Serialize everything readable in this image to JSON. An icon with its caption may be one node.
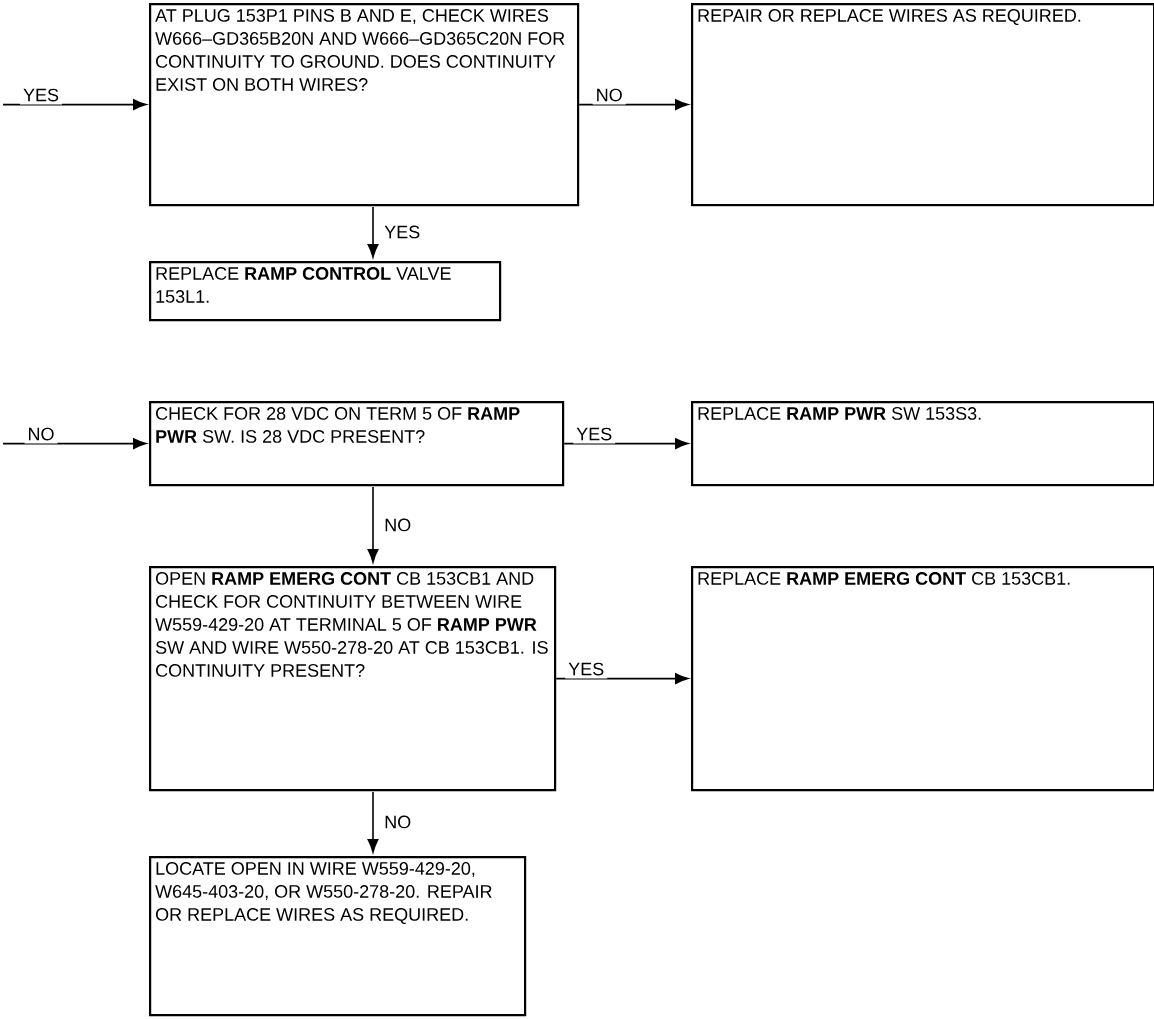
{
  "diagram": {
    "nodes": [
      {
        "text": [
          "AT PLUG 153P1 PINS B AND E, CHECK WIRES W666–GD365B20N AND W666–GD365C20N FOR CONTINUITY TO GROUND. DOES CONTINUITY EXIST ON BOTH WIRES?"
        ]
      },
      {
        "text": [
          "REPAIR OR REPLACE WIRES AS REQUIRED."
        ]
      },
      {
        "text": [
          "REPLACE **RAMP CONTROL** VALVE 153L1."
        ]
      },
      {
        "text": [
          "CHECK FOR 28 VDC ON TERM 5 OF **RAMP PWR** SW. IS 28 VDC PRESENT?"
        ]
      },
      {
        "text": [
          "REPLACE **RAMP PWR** SW 153S3."
        ]
      },
      {
        "text": [
          "OPEN **RAMP EMERG CONT** CB 153CB1 AND CHECK FOR CONTINUITY BETWEEN WIRE W559-429-20 AT TERMINAL 5 OF **RAMP PWR** SW AND WIRE W550-278-20 AT CB 153CB1. IS CONTINUITY PRESENT?"
        ]
      },
      {
        "text": [
          "REPLACE **RAMP EMERG CONT** CB 153CB1."
        ]
      },
      {
        "text": [
          "LOCATE OPEN IN WIRE W559-429-20, W645-403-20, OR W550-278-20. REPAIR OR REPLACE WIRES AS REQUIRED."
        ]
      }
    ],
    "edges": [
      {
        "from": null,
        "to": 0,
        "arrow": "to",
        "label": "YES"
      },
      {
        "from": 0,
        "to": 1,
        "arrow": "to",
        "label": "NO"
      },
      {
        "from": 0,
        "to": 2,
        "arrow": "to",
        "label": "YES"
      },
      {
        "from": null,
        "to": 3,
        "arrow": "to",
        "label": "NO"
      },
      {
        "from": 3,
        "to": 4,
        "arrow": "to",
        "label": "YES"
      },
      {
        "from": 3,
        "to": 5,
        "arrow": "to",
        "label": "NO"
      },
      {
        "from": 5,
        "to": 6,
        "arrow": "to",
        "label": "YES"
      },
      {
        "from": 5,
        "to": 7,
        "arrow": "to",
        "label": "NO"
      }
    ]
  }
}
